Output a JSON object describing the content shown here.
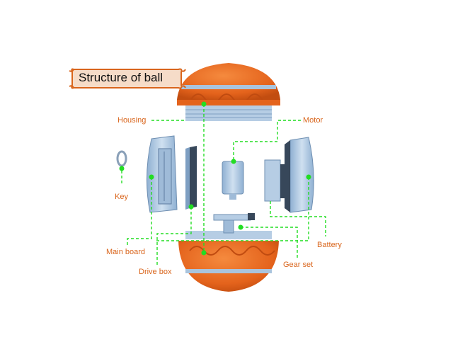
{
  "title": "Structure of ball",
  "labels": {
    "housing": "Housing",
    "motor": "Motor",
    "key": "Key",
    "main_board": "Main board",
    "drive_box": "Drive box",
    "battery": "Battery",
    "gear_set": "Gear set"
  },
  "colors": {
    "shell_orange": "#e4631c",
    "shell_band": "#a9c4dd",
    "part_blue": "#b6cde4",
    "part_dark": "#37475a",
    "leader_green": "#22dd22",
    "label_orange": "#d9651c",
    "banner_fill": "#f6dcc8",
    "banner_border": "#d9651c"
  }
}
